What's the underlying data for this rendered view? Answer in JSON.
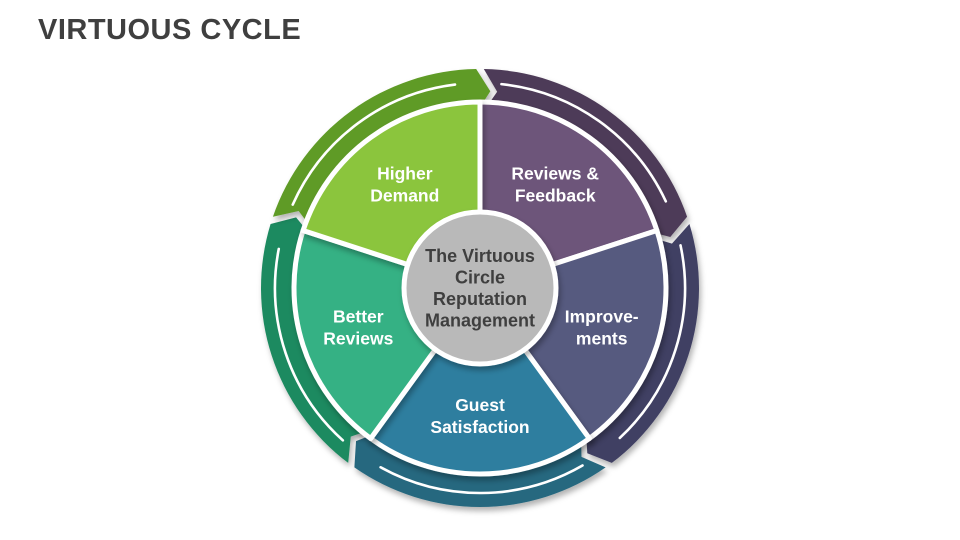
{
  "title": "VIRTUOUS CYCLE",
  "title_color": "#3f3f3f",
  "background_color": "#ffffff",
  "label_text_color": "#ffffff",
  "center": {
    "lines": [
      "The Virtuous",
      "Circle",
      "Reputation",
      "Management"
    ],
    "fill": "#b9b9b9",
    "text_color": "#3f3f3f"
  },
  "segments": [
    {
      "name": "reviews-feedback",
      "lines": [
        "Reviews &",
        "Feedback"
      ],
      "wedge_color": "#6d557a",
      "band_color": "#4e3b58"
    },
    {
      "name": "improvements",
      "lines": [
        "Improve-",
        "ments"
      ],
      "wedge_color": "#575a7f",
      "band_color": "#3f3f63"
    },
    {
      "name": "guest-satisfaction",
      "lines": [
        "Guest",
        "Satisfaction"
      ],
      "wedge_color": "#2e7e9f",
      "band_color": "#27687f"
    },
    {
      "name": "better-reviews",
      "lines": [
        "Better",
        "Reviews"
      ],
      "wedge_color": "#36b184",
      "band_color": "#1e8a60"
    },
    {
      "name": "higher-demand",
      "lines": [
        "Higher",
        "Demand"
      ],
      "wedge_color": "#8bc53e",
      "band_color": "#5f9b26"
    }
  ]
}
